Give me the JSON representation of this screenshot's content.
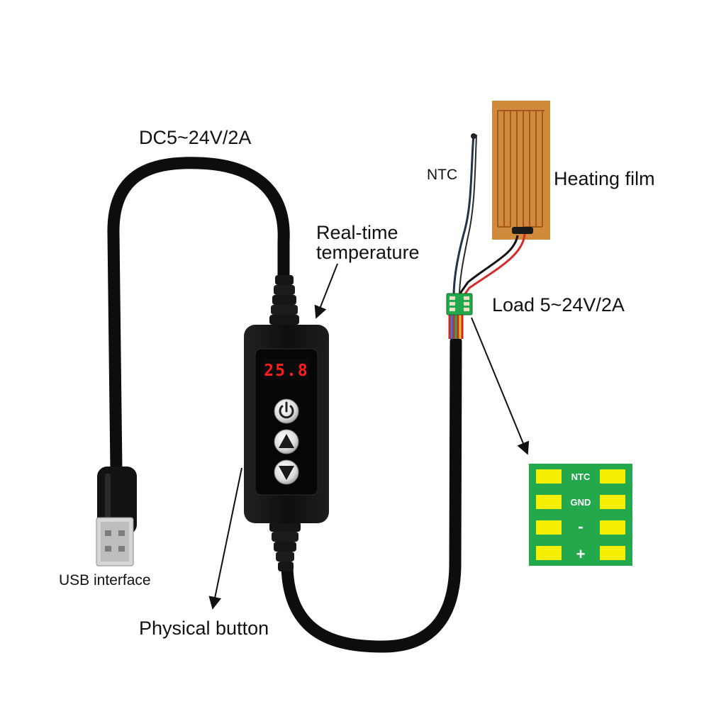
{
  "labels": {
    "input_power": "DC5~24V/2A",
    "realtime_temp_line1": "Real-time",
    "realtime_temp_line2": "temperature",
    "ntc": "NTC",
    "heating_film": "Heating film",
    "load": "Load 5~24V/2A",
    "usb": "USB interface",
    "physical_button": "Physical button"
  },
  "display": {
    "temperature": "25.8"
  },
  "pcb": {
    "pins": [
      "NTC",
      "GND",
      "-",
      "+"
    ]
  },
  "buttons": [
    {
      "icon": "power-icon"
    },
    {
      "icon": "arrow-up-icon"
    },
    {
      "icon": "arrow-down-icon"
    }
  ],
  "colors": {
    "cable": "#0d0d0d",
    "controller_body": "#111111",
    "display_digits": "#ff1e1e",
    "pcb_green": "#24a84c",
    "pcb_pad": "#f5ee00",
    "heating_film": "#cf8a3c",
    "film_trace": "#a5581b",
    "wire_red": "#d62b2b"
  }
}
